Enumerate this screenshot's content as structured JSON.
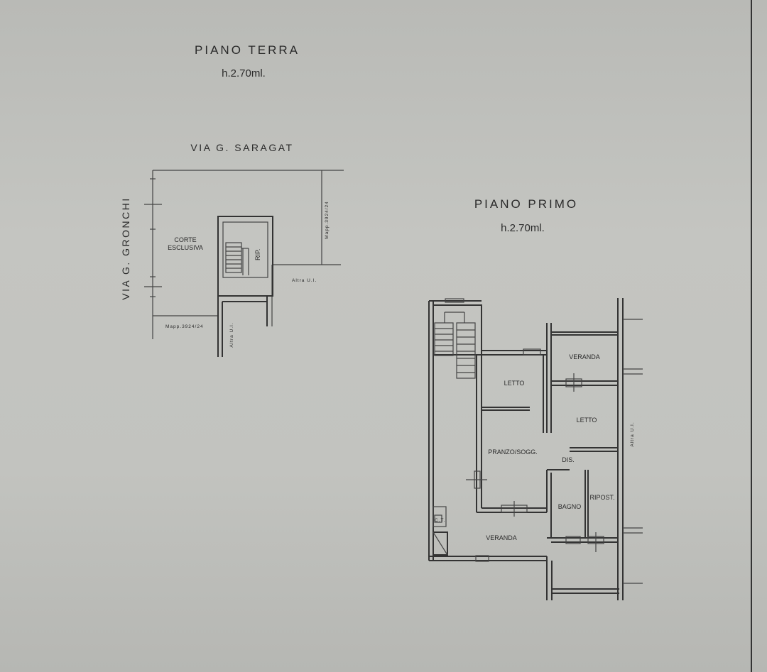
{
  "plan_ground": {
    "title": "PIANO TERRA",
    "height": "h.2.70ml.",
    "street_top": "VIA G. SARAGAT",
    "street_left": "VIA G. GRONCHI",
    "room_court_1": "CORTE",
    "room_court_2": "ESCLUSIVA",
    "room_rip": "RIP.",
    "mapp_right": "Mapp.3924/24",
    "mapp_bottom": "Mapp.3924/24",
    "other_unit_right": "Altra U.I.",
    "other_unit_bottom": "Altra U.I."
  },
  "plan_first": {
    "title": "PIANO PRIMO",
    "height": "h.2.70ml.",
    "veranda_top": "VERANDA",
    "letto_1": "LETTO",
    "letto_2": "LETTO",
    "pranzo": "PRANZO/SOGG.",
    "dis": "DIS.",
    "bagno": "BAGNO",
    "ripost": "RIPOST.",
    "veranda_bottom": "VERANDA",
    "ct": "C.T.",
    "other_unit": "Altra U.I."
  },
  "colors": {
    "paper": "#c2c3bf",
    "ink": "#2a2a2a"
  }
}
